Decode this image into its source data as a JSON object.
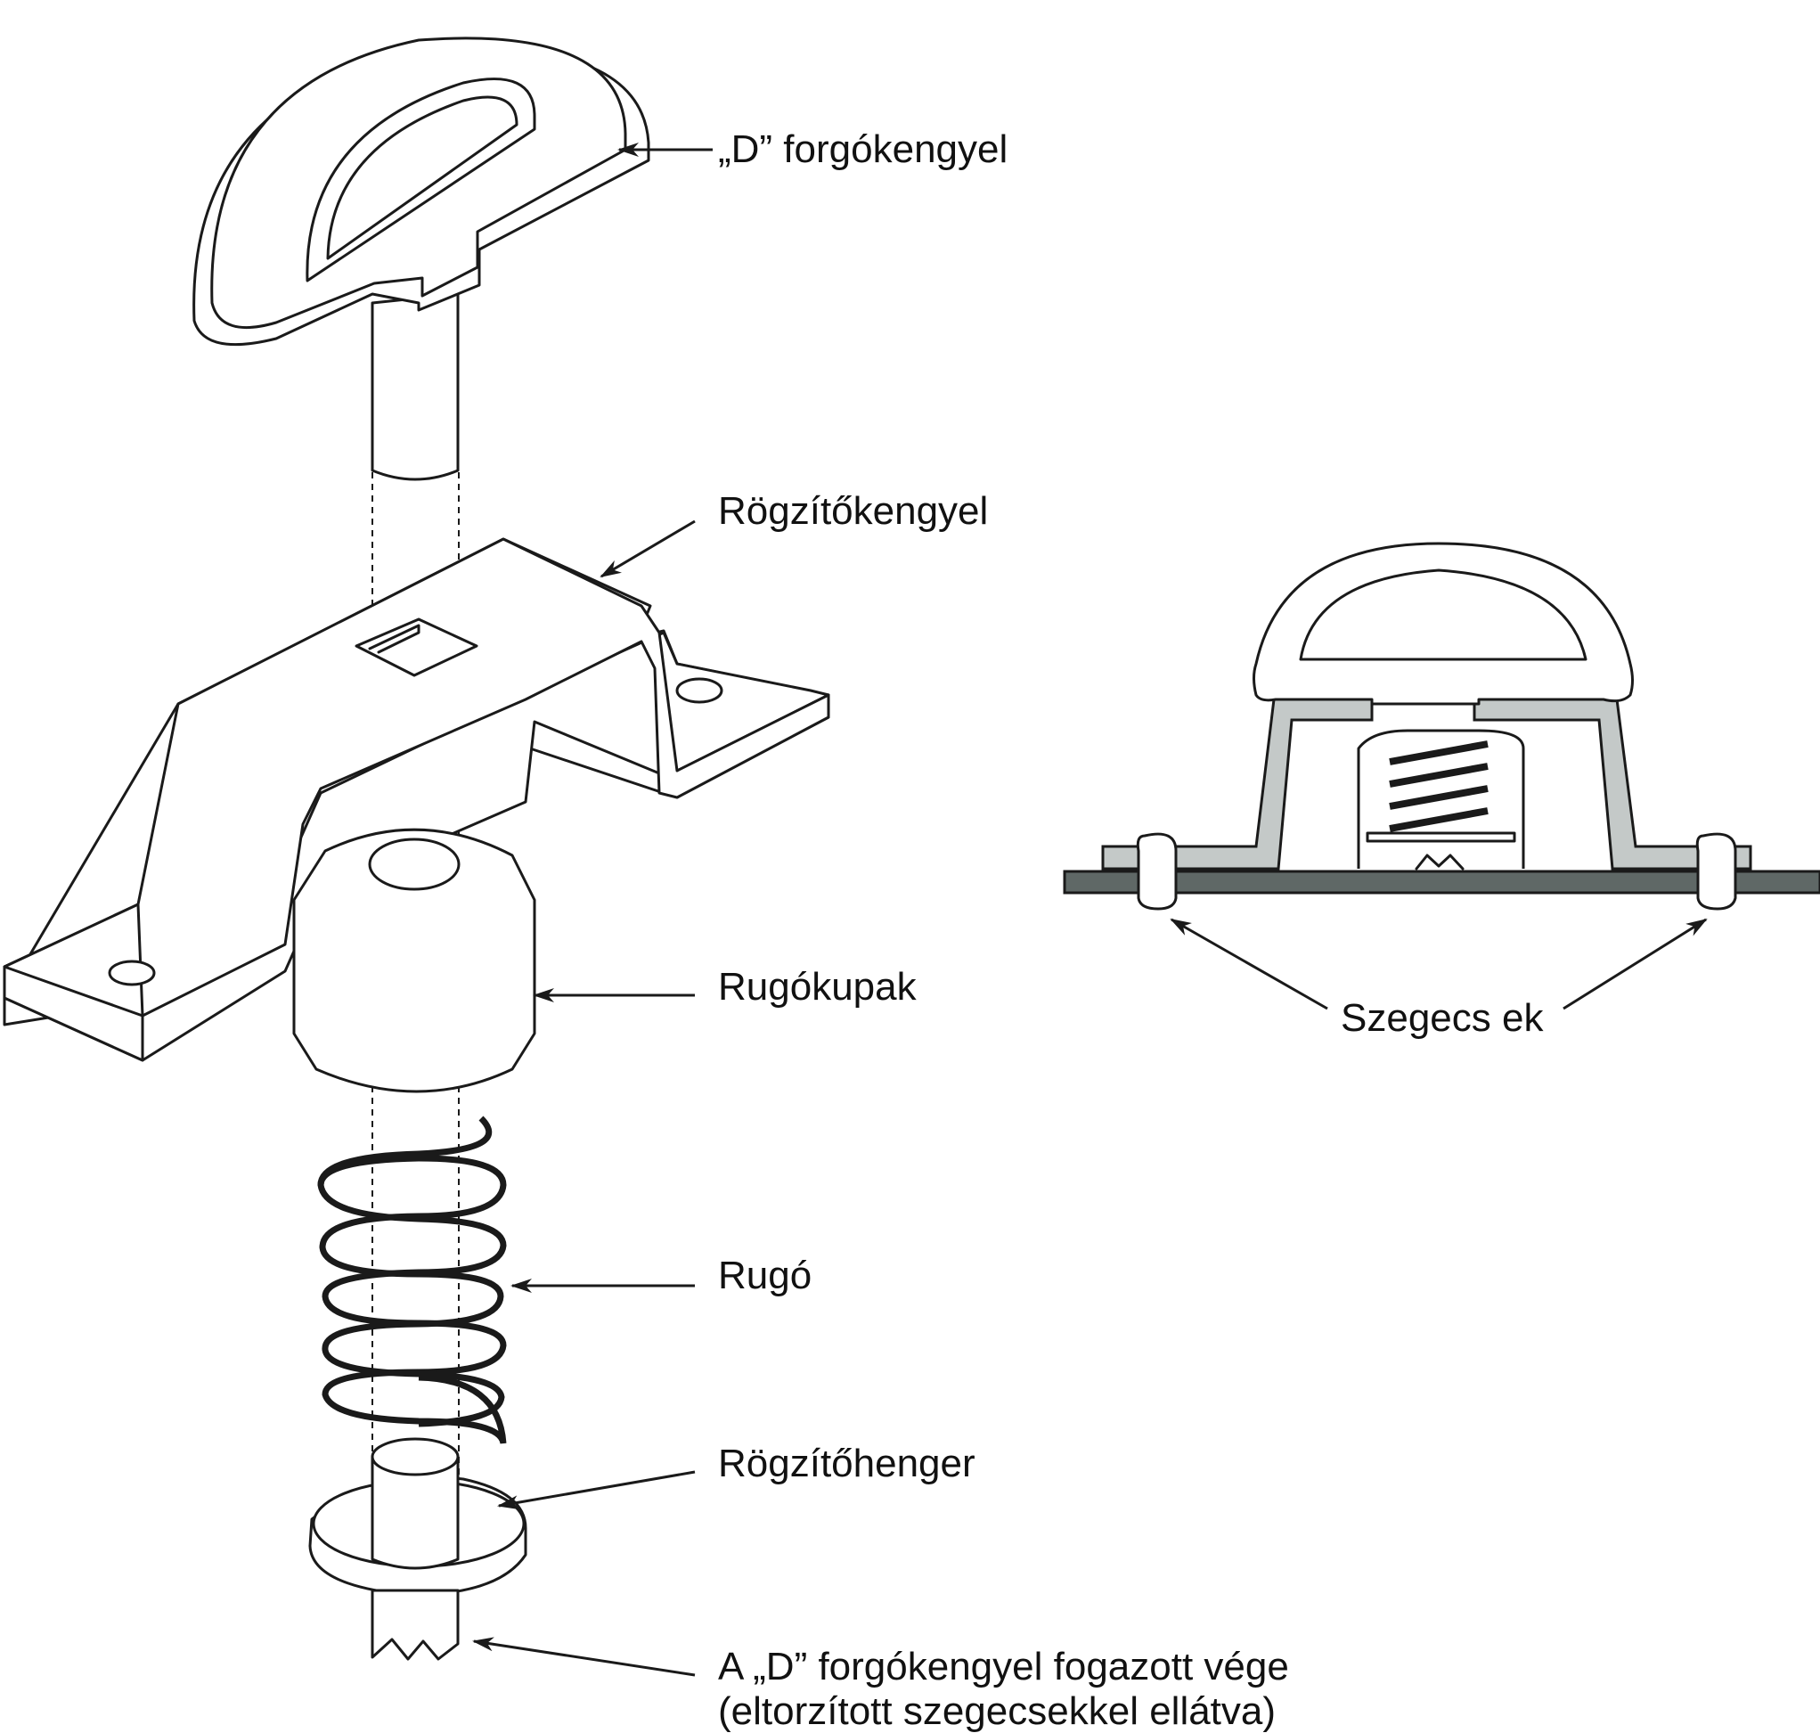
{
  "figure": {
    "labels": {
      "d_ring": "„D” forgókengyel",
      "retaining_bracket": "Rögzítőkengyel",
      "spring_cap": "Rugókupak",
      "spring": "Rugó",
      "retaining_cylinder": "Rögzítőhenger",
      "serrated_end_line1": "A „D” forgókengyel fogazott vége",
      "serrated_end_line2": "(eltorzított szegecsekkel ellátva)",
      "rivets": "Szegecs ek"
    },
    "colors": {
      "line": "#1a1a1a",
      "housing_fill": "#c4c9c8",
      "panel_fill": "#5f6866",
      "background": "#ffffff"
    }
  }
}
